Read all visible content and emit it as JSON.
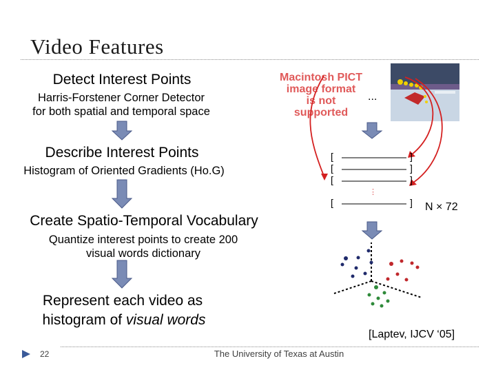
{
  "slide": {
    "title": "Video Features",
    "steps": [
      {
        "heading": "Detect Interest Points",
        "sub1": "Harris-Forstener Corner Detector",
        "sub2": "for both spatial and temporal space"
      },
      {
        "heading": "Describe Interest Points",
        "sub1": "Histogram of Oriented Gradients (Ho.G)"
      },
      {
        "heading": "Create Spatio-Temporal Vocabulary",
        "sub1": "Quantize interest points to create 200",
        "sub2": "visual words dictionary"
      },
      {
        "heading": "Represent each video as",
        "heading2_prefix": "histogram of ",
        "heading2_italic": "visual words"
      }
    ],
    "pict_placeholder": [
      "Macintosh PICT",
      "image format",
      "is not supported"
    ],
    "ellipsis": "...",
    "descriptor_rows": {
      "open": "[",
      "close": "]",
      "vdots": "⋮"
    },
    "matrix_size_label": "N × 72",
    "citation": "[Laptev, IJCV ‘05]",
    "page_number": "22",
    "footer": "The University of Texas at Austin",
    "colors": {
      "arrow_fill": "#7a8bb5",
      "pict_red": "#e05a5a",
      "curve_red": "#d42020",
      "dot_blue": "#1f2a6b",
      "dot_red": "#c0282c",
      "dot_green": "#2f8a3a"
    }
  }
}
